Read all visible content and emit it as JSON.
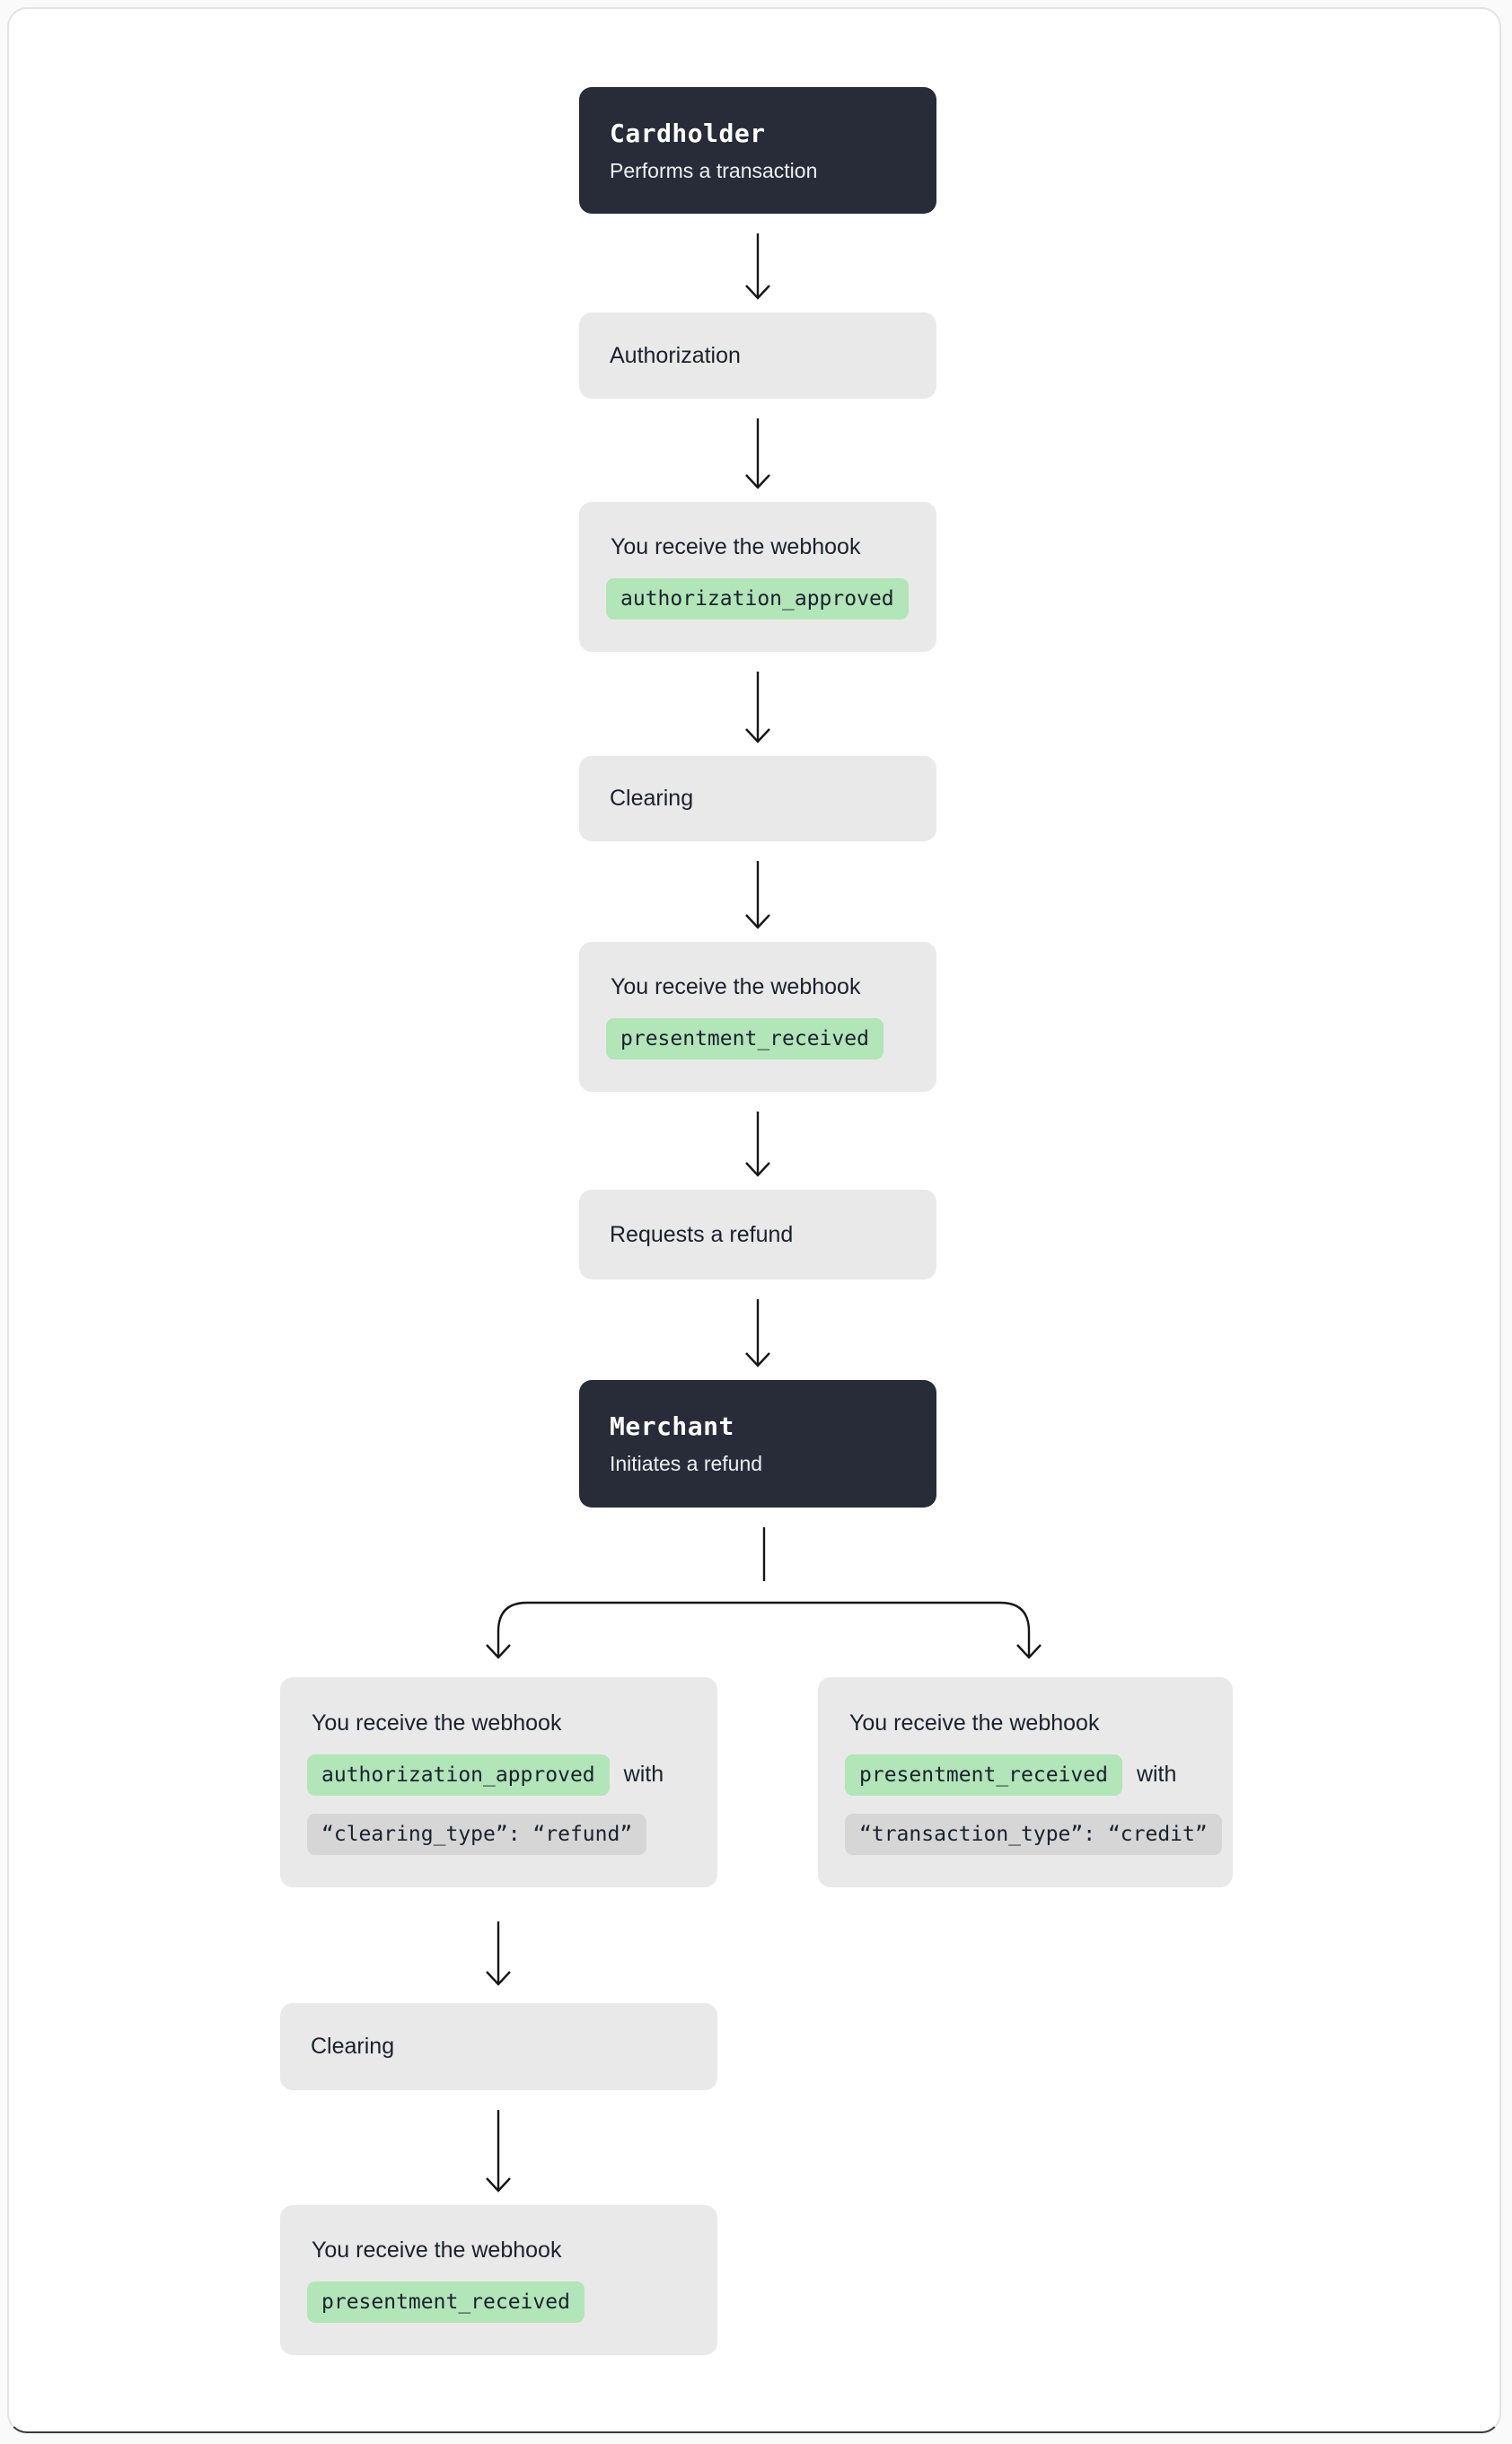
{
  "palette": {
    "actor_bg": "#272c38",
    "step_bg": "#e9e9e9",
    "badge_green": "#b2e5b8",
    "badge_gray": "#d6d6d6",
    "arrow": "#161616",
    "text_dark": "#1b212c"
  },
  "nodes": {
    "cardholder": {
      "title": "Cardholder",
      "subtitle": "Performs a transaction"
    },
    "authorization": {
      "label": "Authorization"
    },
    "webhook_auth": {
      "text": "You receive the webhook",
      "badge": "authorization_approved"
    },
    "clearing1": {
      "label": "Clearing"
    },
    "webhook_presentment": {
      "text": "You receive the webhook",
      "badge": "presentment_received"
    },
    "requests_refund": {
      "label": "Requests a refund"
    },
    "merchant": {
      "title": "Merchant",
      "subtitle": "Initiates a refund"
    },
    "branch_left": {
      "text": "You receive the webhook",
      "badge": "authorization_approved",
      "conjunction": "with",
      "param": "“clearing_type”: “refund”"
    },
    "branch_right": {
      "text": "You receive the webhook",
      "badge": "presentment_received",
      "conjunction": "with",
      "param": "“transaction_type”: “credit”"
    },
    "clearing2": {
      "label": "Clearing"
    },
    "webhook_final": {
      "text": "You receive the webhook",
      "badge": "presentment_received"
    }
  }
}
